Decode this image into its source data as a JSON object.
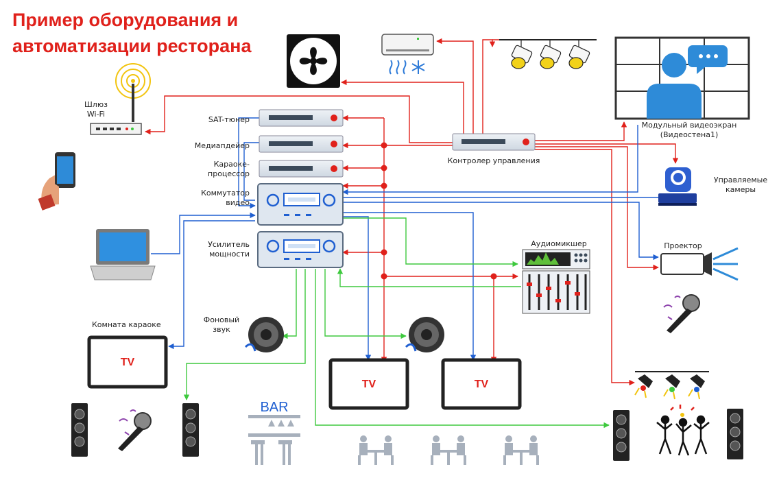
{
  "title": {
    "line1": "Пример оборудования и",
    "line2": "автоматизации ресторана"
  },
  "labels": {
    "wifi_gateway_1": "Шлюз",
    "wifi_gateway_2": "Wi-Fi",
    "sat_tuner": "SAT-тюнер",
    "media_player": "Медиапдейер",
    "karaoke_1": "Караоке-",
    "karaoke_2": "процессор",
    "video_switch_1": "Коммутатор",
    "video_switch_2": "видео",
    "amplifier_1": "Усилитель",
    "amplifier_2": "мощности",
    "controller": "Контролер управления",
    "videowall_1": "Модульный видеоэкран",
    "videowall_2": "(Видеостена1)",
    "cameras_1": "Управляемые",
    "cameras_2": "камеры",
    "audio_mixer": "Аудиомикшер",
    "projector": "Проектор",
    "background_sound_1": "Фоновый",
    "background_sound_2": "звук",
    "karaoke_room": "Комната караоке",
    "tv": "TV",
    "bar": "BAR"
  },
  "colors": {
    "title": "#e0211b",
    "control_line": "#e0211b",
    "video_line": "#1f5fd1",
    "audio_line": "#3ec93e",
    "device_face": "#dfe7f0",
    "device_dark": "#3b4a5a",
    "screen_blue": "#2e8bd8"
  },
  "icons": [
    "fan-icon",
    "air-conditioner-icon",
    "spotlights-icon",
    "wifi-router-icon",
    "smartphone-icon",
    "laptop-icon",
    "camera-icon",
    "projector-icon",
    "microphone-icon",
    "speaker-icon",
    "stage-lights-icon",
    "dancers-icon",
    "bar-icon",
    "diners-icon"
  ]
}
